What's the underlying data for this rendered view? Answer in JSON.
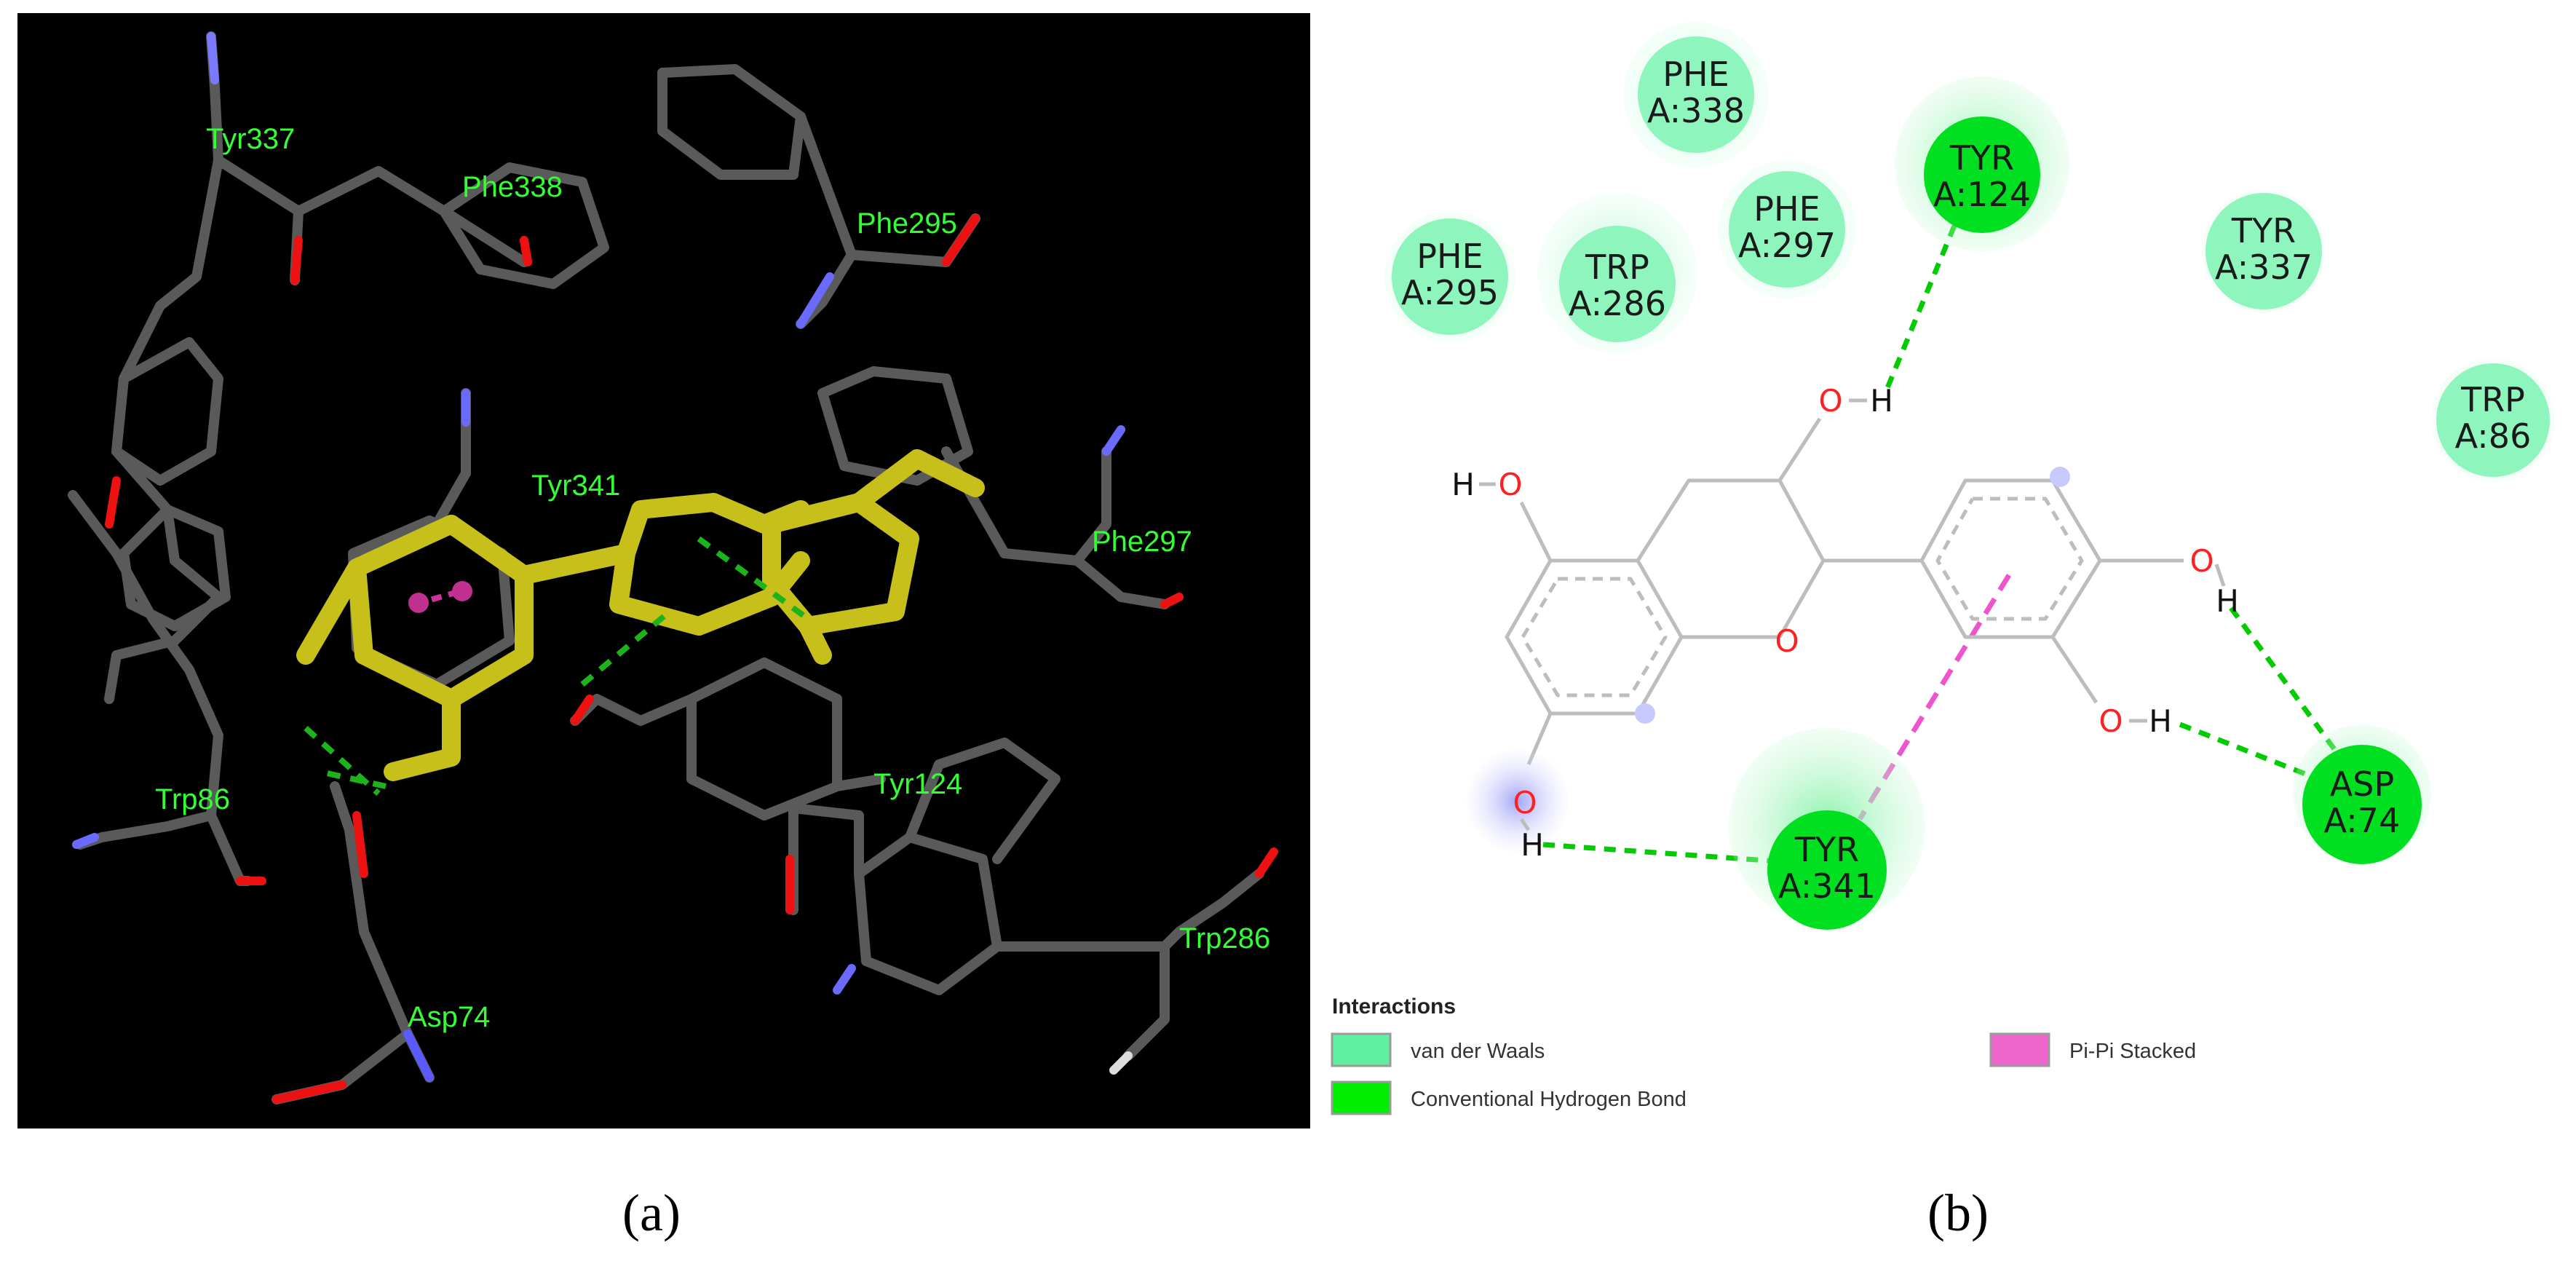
{
  "panel_a": {
    "caption": "(a)",
    "labels": {
      "tyr337": "Tyr337",
      "phe338": "Phe338",
      "phe295": "Phe295",
      "tyr341": "Tyr341",
      "phe297": "Phe297",
      "trp86": "Trp86",
      "tyr124": "Tyr124",
      "trp286": "Trp286",
      "asp74": "Asp74"
    }
  },
  "panel_b": {
    "caption": "(b)",
    "residues": {
      "phe338": [
        "PHE",
        "A:338"
      ],
      "tyr124": [
        "TYR",
        "A:124"
      ],
      "phe297": [
        "PHE",
        "A:297"
      ],
      "phe295": [
        "PHE",
        "A:295"
      ],
      "trp286": [
        "TRP",
        "A:286"
      ],
      "tyr337": [
        "TYR",
        "A:337"
      ],
      "trp86": [
        "TRP",
        "A:86"
      ],
      "tyr341": [
        "TYR",
        "A:341"
      ],
      "asp74": [
        "ASP",
        "A:74"
      ]
    },
    "atoms": {
      "O": "O",
      "H": "H"
    },
    "legend": {
      "title": "Interactions",
      "items": [
        {
          "label": "van der Waals",
          "color": "#5ef0a0"
        },
        {
          "label": "Conventional Hydrogen Bond",
          "color": "#00ee00"
        },
        {
          "label": "Pi-Pi Stacked",
          "color": "#ee66cc"
        }
      ]
    },
    "colors": {
      "vdw_fill": "#8ef5bd",
      "hbond_fill": "#00e020",
      "hbond_line": "#00cc00",
      "pipi_line": "#ee55cc",
      "oxygen": "#ff0000"
    }
  }
}
